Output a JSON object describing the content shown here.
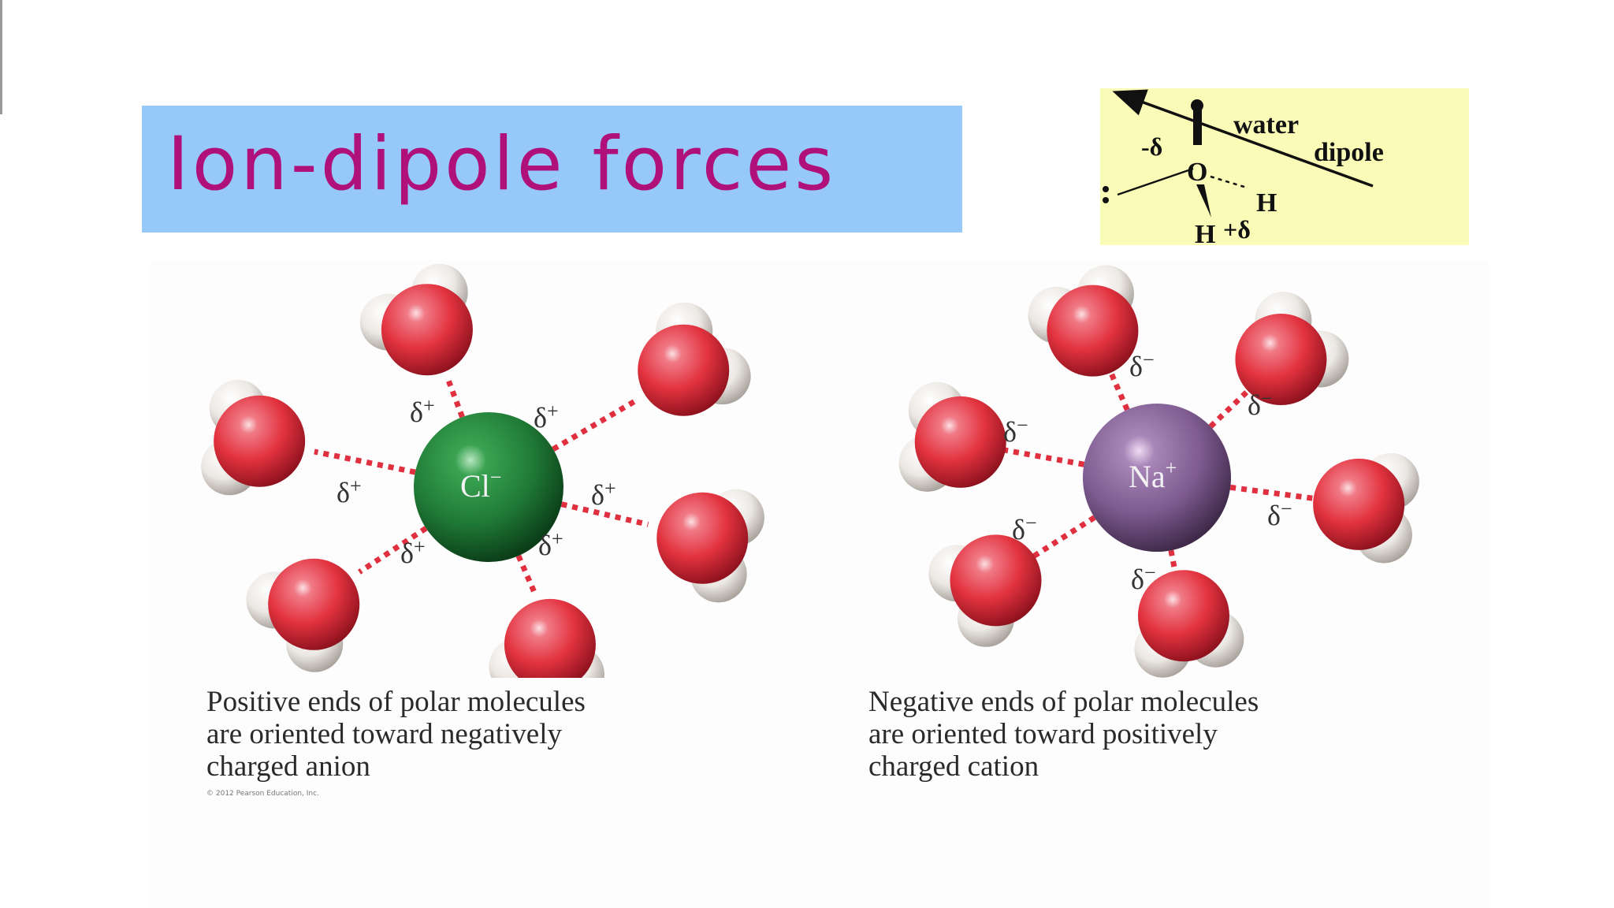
{
  "title": "Ion-dipole forces",
  "dipole_diagram": {
    "label_line1": "water",
    "label_line2": "dipole",
    "neg_charge": "-δ",
    "oxygen": "O",
    "hydrogen_right": "H",
    "hydrogen_bottom": "H",
    "pos_charge": "+δ"
  },
  "anion": {
    "ion_symbol": "Cl",
    "ion_charge": "−",
    "partial_charge_symbol": "δ",
    "partial_charge_sign": "+",
    "caption_lines": [
      "Positive ends of polar molecules",
      "are oriented toward negatively",
      "charged anion"
    ]
  },
  "cation": {
    "ion_symbol": "Na",
    "ion_charge": "+",
    "partial_charge_symbol": "δ",
    "partial_charge_sign": "−",
    "caption_lines": [
      "Negative ends of polar molecules",
      "are oriented toward positively",
      "charged cation"
    ]
  },
  "copyright": "© 2012 Pearson Education, Inc.",
  "colors": {
    "title_bg": "#96c8fa",
    "title_text": "#b0107a",
    "dipole_bg": "#fbfbb8",
    "oxygen_red": "#e2333f",
    "hydrogen_white": "#ece8e4",
    "anion_green": "#1f7a36",
    "cation_purple": "#7d5a8f",
    "bond_dots": "#e03040"
  }
}
